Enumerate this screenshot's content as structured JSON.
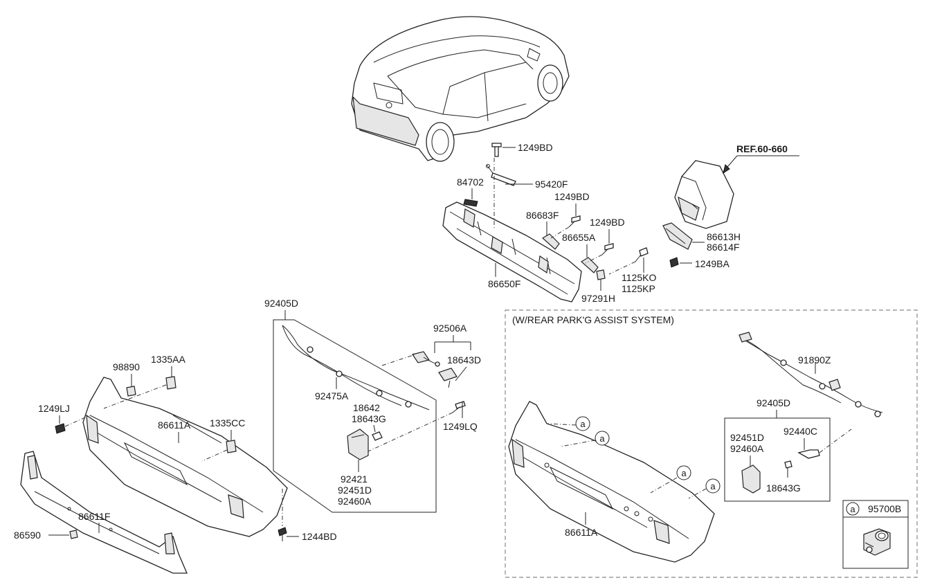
{
  "ref_label": "REF.60-660",
  "system_note": "(W/REAR PARK'G ASSIST SYSTEM)",
  "circle_marker": "a",
  "sensor_legend_part": "95700B",
  "parts": {
    "p1249BD_a": "1249BD",
    "p95420F": "95420F",
    "p84702": "84702",
    "p1249BD_b": "1249BD",
    "p86683F": "86683F",
    "p1249BD_c": "1249BD",
    "p86655A": "86655A",
    "p86613H": "86613H",
    "p86614F": "86614F",
    "p1249BA": "1249BA",
    "p86650F": "86650F",
    "p1125KO": "1125KO",
    "p1125KP": "1125KP",
    "p97291H": "97291H",
    "p92405D_a": "92405D",
    "p92506A": "92506A",
    "p18643D": "18643D",
    "p92475A": "92475A",
    "p18642": "18642",
    "p18643G_a": "18643G",
    "p1249LQ": "1249LQ",
    "p92421": "92421",
    "p92451D_a": "92451D",
    "p92460A_a": "92460A",
    "p98890": "98890",
    "p1335AA": "1335AA",
    "p1249LJ": "1249LJ",
    "p86611A_a": "86611A",
    "p1335CC": "1335CC",
    "p86611F": "86611F",
    "p86590": "86590",
    "p1244BD": "1244BD",
    "p91890Z": "91890Z",
    "p92405D_b": "92405D",
    "p92451D_b": "92451D",
    "p92460A_b": "92460A",
    "p92440C": "92440C",
    "p18643G_b": "18643G",
    "p86611A_b": "86611A"
  }
}
